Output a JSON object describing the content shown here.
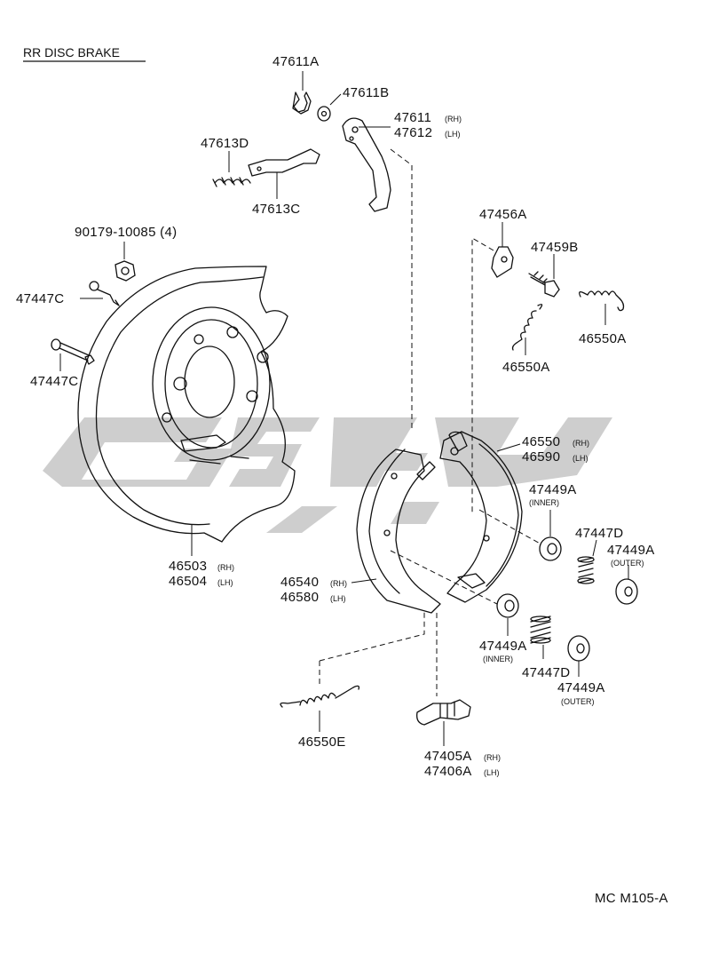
{
  "title": "RR DISC BRAKE",
  "footer_code": "MC M105-A",
  "watermark_color": "#bdbdbd",
  "line_color": "#111111",
  "parts": {
    "p47611A": "47611A",
    "p47611B": "47611B",
    "p47611": "47611",
    "p47611_side": "(RH)",
    "p47612": "47612",
    "p47612_side": "(LH)",
    "p47613D": "47613D",
    "p47613C": "47613C",
    "p90179": "90179-10085 (4)",
    "p47447C_top": "47447C",
    "p47447C_bot": "47447C",
    "p47456A": "47456A",
    "p47459B": "47459B",
    "p46550A_r": "46550A",
    "p46550A_l": "46550A",
    "p46550": "46550",
    "p46550_side": "(RH)",
    "p46590": "46590",
    "p46590_side": "(LH)",
    "p47449A_inner_top": "47449A",
    "p47449A_inner_top_note": "(INNER)",
    "p47447D_top": "47447D",
    "p47449A_outer_top": "47449A",
    "p47449A_outer_top_note": "(OUTER)",
    "p46503": "46503",
    "p46503_side": "(RH)",
    "p46504": "46504",
    "p46504_side": "(LH)",
    "p46540": "46540",
    "p46540_side": "(RH)",
    "p46580": "46580",
    "p46580_side": "(LH)",
    "p47449A_inner_bot": "47449A",
    "p47449A_inner_bot_note": "(INNER)",
    "p47447D_bot": "47447D",
    "p47449A_outer_bot": "47449A",
    "p47449A_outer_bot_note": "(OUTER)",
    "p46550E": "46550E",
    "p47405A": "47405A",
    "p47405A_side": "(RH)",
    "p47406A": "47406A",
    "p47406A_side": "(LH)"
  }
}
